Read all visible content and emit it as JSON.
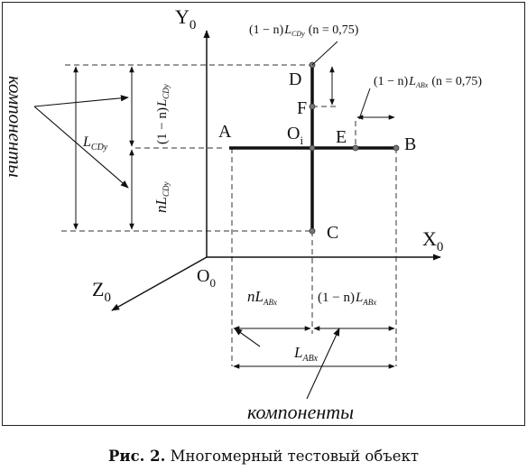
{
  "diagram": {
    "axes": {
      "y": "Y",
      "x": "X",
      "z": "Z",
      "sub": "0",
      "origin": "O",
      "center": "O",
      "center_sub": "i"
    },
    "points": {
      "A": "A",
      "B": "B",
      "C": "C",
      "D": "D",
      "E": "E",
      "F": "F"
    },
    "labels": {
      "paren_1mn": "(1 − n)",
      "n": "n",
      "L": "L",
      "cdy": "CDy",
      "abx": "ABx",
      "n_eq": "(n = 0,75)",
      "side_text": "компоненты",
      "bottom_text": "компоненты"
    }
  },
  "caption": {
    "label": "Рис. 2.",
    "text": " Многомерный тестовый объект"
  }
}
